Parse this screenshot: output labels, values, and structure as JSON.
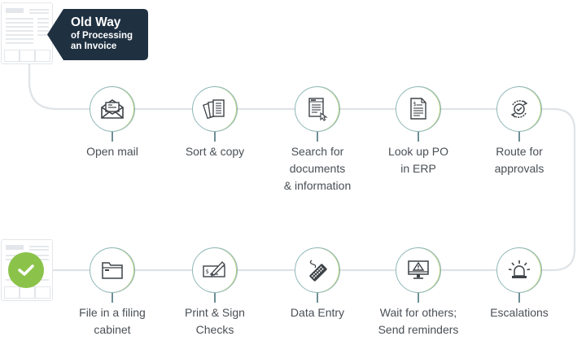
{
  "title": {
    "line1": "Old Way",
    "line2": "of Processing",
    "line3": "an Invoice",
    "bg_color": "#1f3041"
  },
  "colors": {
    "connector": "#dfe3e7",
    "circle_border": "#8fb6b7",
    "circle_accent": "#b6cf7a",
    "check_green": "#8bc34a",
    "label_text": "#4a4f55"
  },
  "top_row": [
    {
      "label_lines": [
        "Open mail"
      ],
      "icon": "envelope-icon"
    },
    {
      "label_lines": [
        "Sort & copy"
      ],
      "icon": "documents-stack-icon"
    },
    {
      "label_lines": [
        "Search for",
        "documents",
        "& information"
      ],
      "icon": "search-document-icon"
    },
    {
      "label_lines": [
        "Look up PO",
        "in ERP"
      ],
      "icon": "invoice-document-icon"
    },
    {
      "label_lines": [
        "Route for",
        "approvals"
      ],
      "icon": "approval-cycle-icon"
    }
  ],
  "bottom_row": [
    {
      "label_lines": [
        "File in a filing",
        "cabinet"
      ],
      "icon": "folder-icon"
    },
    {
      "label_lines": [
        "Print & Sign",
        "Checks"
      ],
      "icon": "check-signing-icon"
    },
    {
      "label_lines": [
        "Data Entry"
      ],
      "icon": "keyboard-icon"
    },
    {
      "label_lines": [
        "Wait for others;",
        "Send reminders"
      ],
      "icon": "monitor-warning-icon"
    },
    {
      "label_lines": [
        "Escalations"
      ],
      "icon": "alarm-siren-icon"
    }
  ],
  "labels": {
    "t0": "Open mail",
    "t1": "Sort & copy",
    "t2a": "Search for",
    "t2b": "documents",
    "t2c": "& information",
    "t3a": "Look up PO",
    "t3b": "in ERP",
    "t4a": "Route for",
    "t4b": "approvals",
    "b0a": "File in a filing",
    "b0b": "cabinet",
    "b1a": "Print & Sign",
    "b1b": "Checks",
    "b2": "Data Entry",
    "b3a": "Wait for others;",
    "b3b": "Send reminders",
    "b4": "Escalations"
  }
}
